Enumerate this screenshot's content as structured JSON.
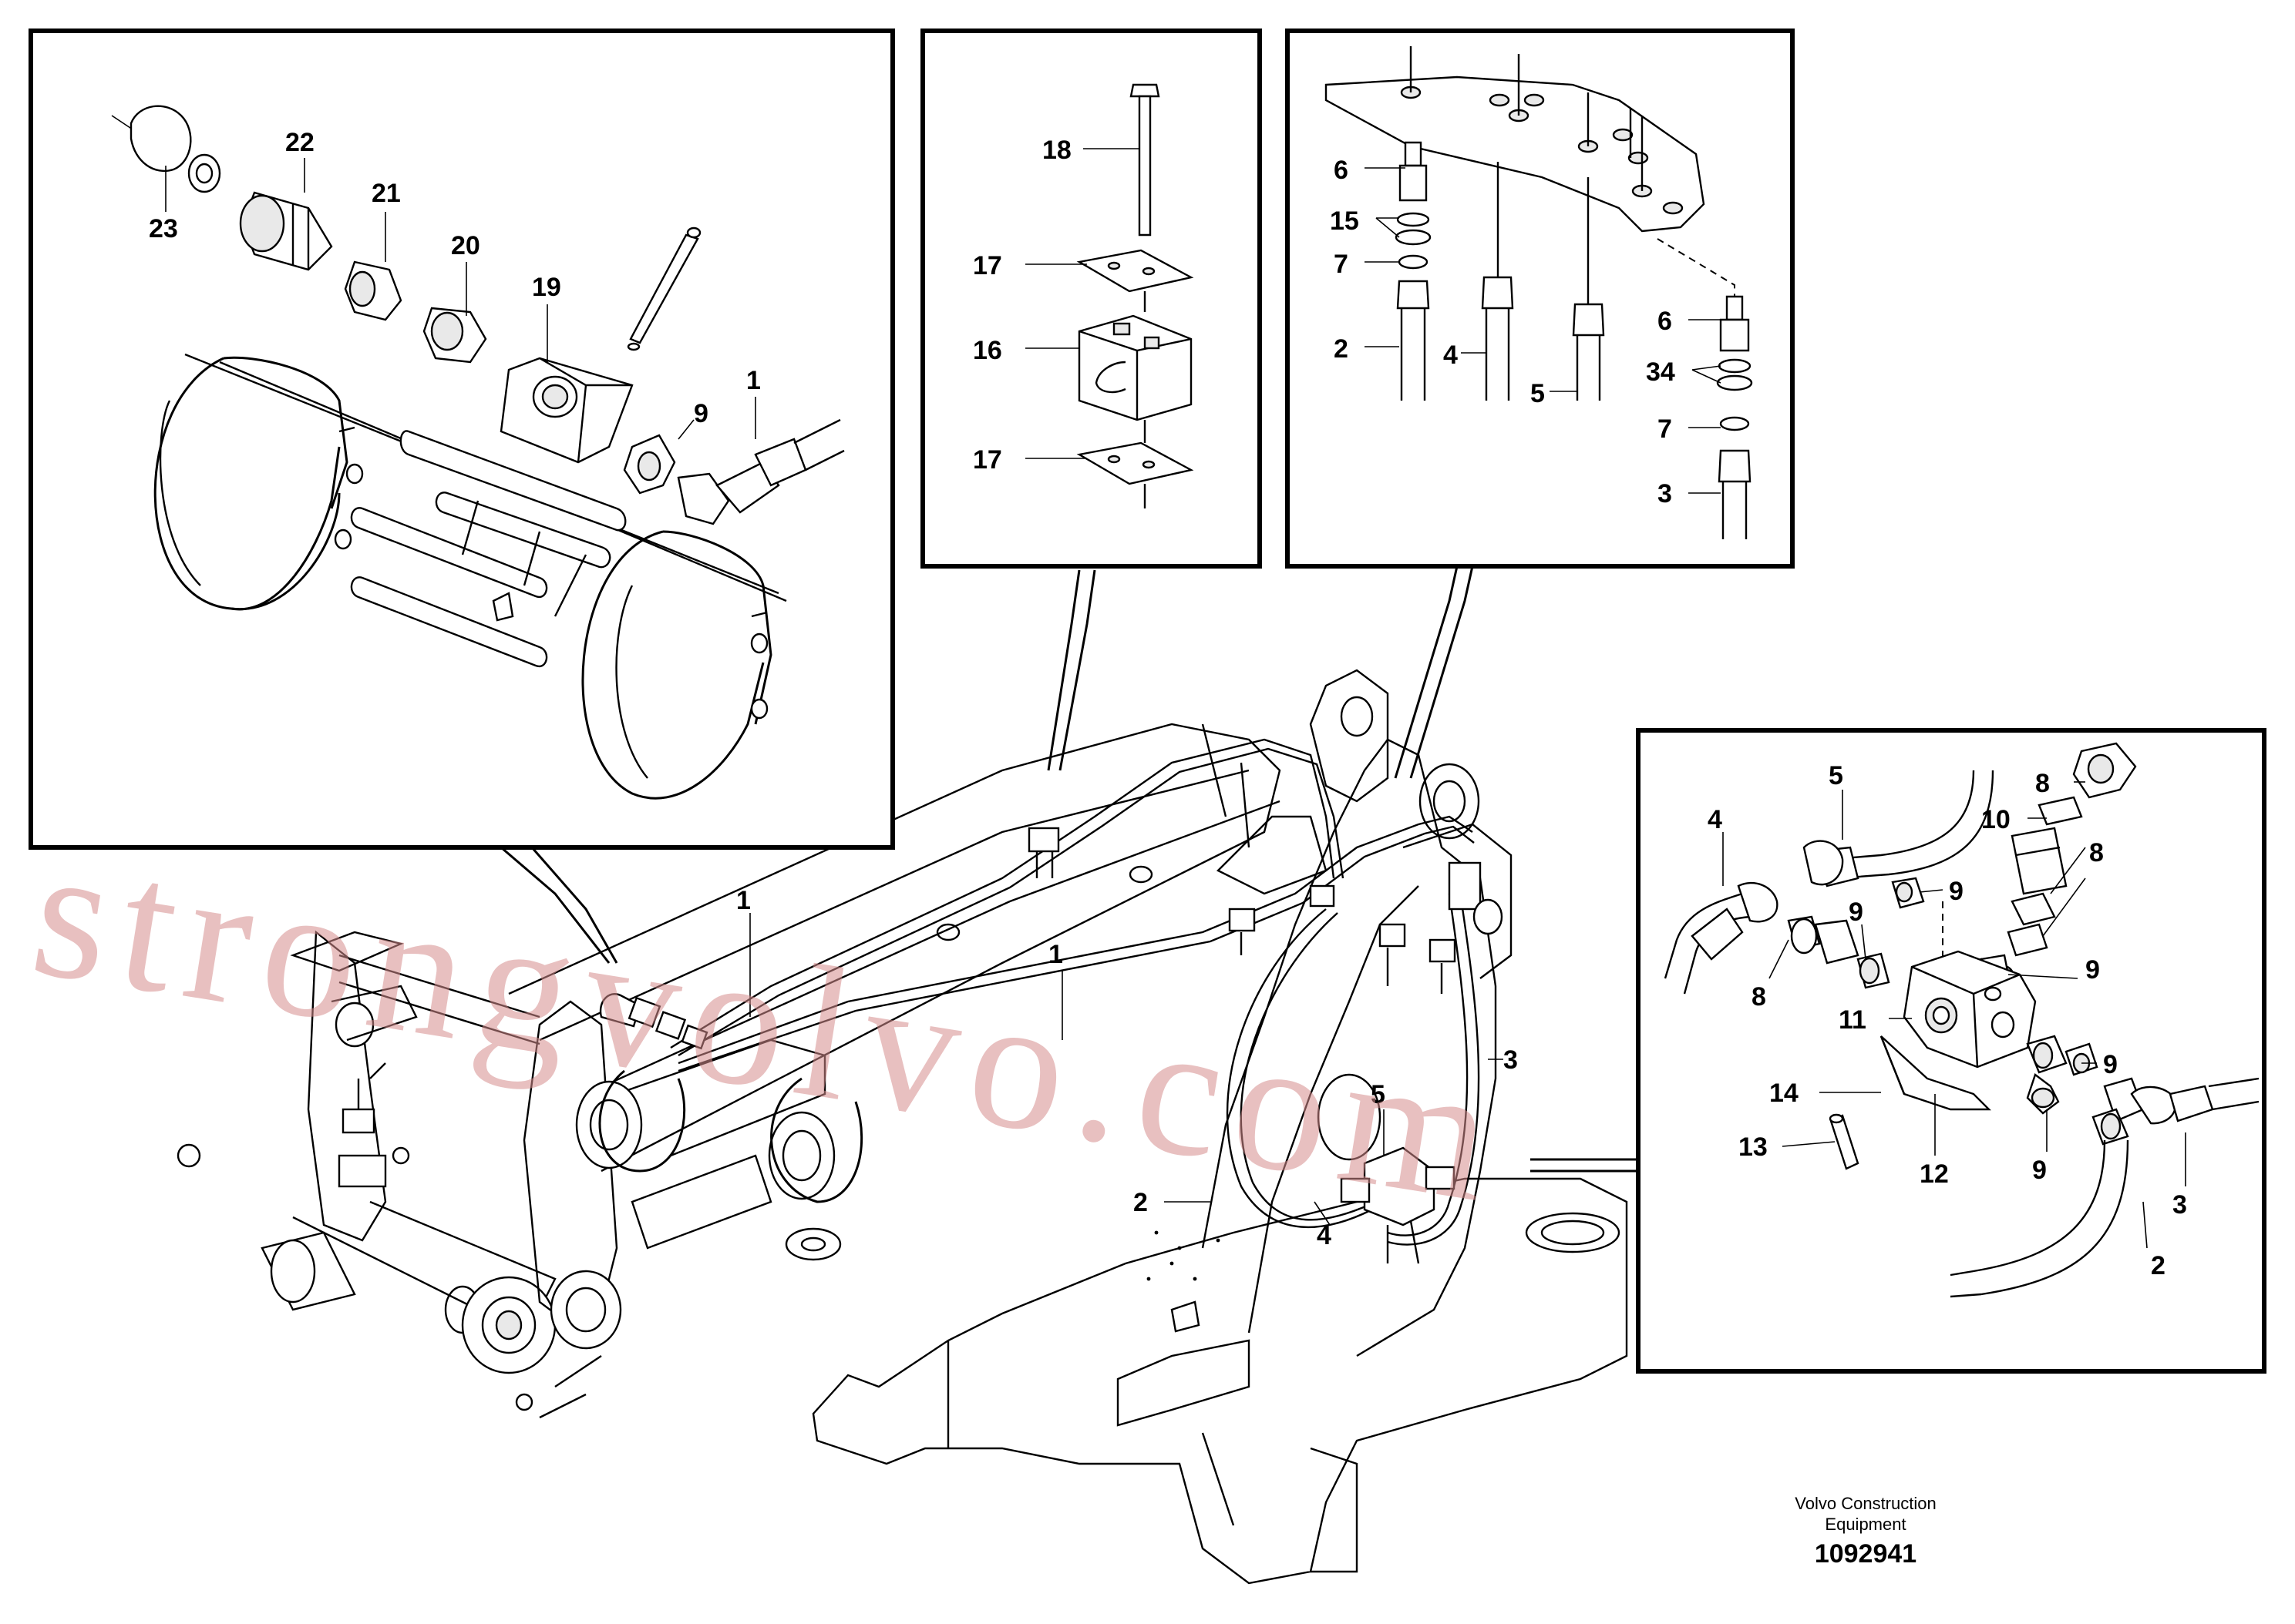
{
  "callouts": {
    "inset_a": [
      "23",
      "22",
      "21",
      "20",
      "19",
      "9",
      "1"
    ],
    "inset_b": [
      "18",
      "17",
      "16",
      "17"
    ],
    "inset_c": [
      "6",
      "15",
      "7",
      "2",
      "4",
      "5",
      "6",
      "34",
      "7",
      "3"
    ],
    "inset_d": [
      "5",
      "4",
      "8",
      "10",
      "9",
      "9",
      "8",
      "8",
      "9",
      "11",
      "9",
      "14",
      "13",
      "12",
      "9",
      "3",
      "2"
    ],
    "main": [
      "1",
      "1",
      "3",
      "5",
      "2",
      "4"
    ]
  },
  "watermark": "strongvolvo.com",
  "footer": {
    "brand_line1": "Volvo Construction",
    "brand_line2": "Equipment",
    "drawing_number": "1092941"
  }
}
